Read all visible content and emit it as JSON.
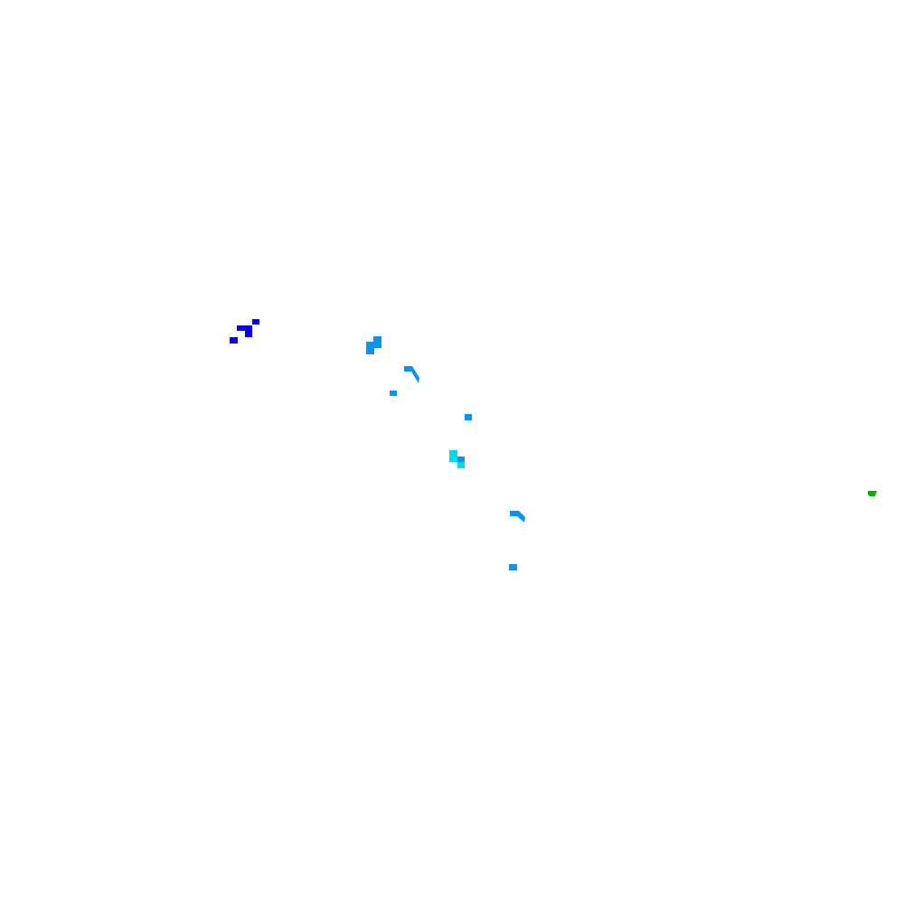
{
  "map": {
    "background": "#ffffff",
    "colors": {
      "deep_blue": "#0c00e4",
      "medium_blue": "#0c94ec",
      "cyan": "#00dcec",
      "green": "#00b400"
    },
    "features": [
      {
        "name": "cluster-northwest",
        "color": "deep_blue"
      },
      {
        "name": "cluster-north-central",
        "color": "medium_blue"
      },
      {
        "name": "arc-upper",
        "color": "medium_blue"
      },
      {
        "name": "dot-small-a",
        "color": "medium_blue"
      },
      {
        "name": "dot-small-b",
        "color": "medium_blue"
      },
      {
        "name": "cluster-central",
        "color": "cyan"
      },
      {
        "name": "arc-lower",
        "color": "medium_blue"
      },
      {
        "name": "dot-small-c",
        "color": "medium_blue"
      },
      {
        "name": "dot-east",
        "color": "green"
      }
    ]
  }
}
